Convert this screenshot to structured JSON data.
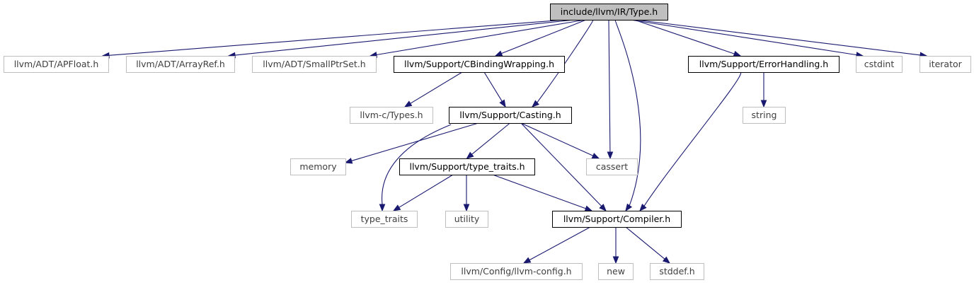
{
  "graph": {
    "nodes": [
      {
        "id": "type_h",
        "label": "include/llvm/IR/Type.h",
        "kind": "root"
      },
      {
        "id": "apfloat",
        "label": "llvm/ADT/APFloat.h",
        "kind": "ext"
      },
      {
        "id": "arrayref",
        "label": "llvm/ADT/ArrayRef.h",
        "kind": "ext"
      },
      {
        "id": "smallptrset",
        "label": "llvm/ADT/SmallPtrSet.h",
        "kind": "ext"
      },
      {
        "id": "cbinding",
        "label": "llvm/Support/CBindingWrapping.h",
        "kind": "doc"
      },
      {
        "id": "errorhandling",
        "label": "llvm/Support/ErrorHandling.h",
        "kind": "doc"
      },
      {
        "id": "cstdint",
        "label": "cstdint",
        "kind": "ext"
      },
      {
        "id": "iterator",
        "label": "iterator",
        "kind": "ext"
      },
      {
        "id": "llvmc_types",
        "label": "llvm-c/Types.h",
        "kind": "ext"
      },
      {
        "id": "casting",
        "label": "llvm/Support/Casting.h",
        "kind": "doc"
      },
      {
        "id": "string",
        "label": "string",
        "kind": "ext"
      },
      {
        "id": "memory",
        "label": "memory",
        "kind": "ext"
      },
      {
        "id": "type_traits_h",
        "label": "llvm/Support/type_traits.h",
        "kind": "doc"
      },
      {
        "id": "cassert",
        "label": "cassert",
        "kind": "ext"
      },
      {
        "id": "type_traits",
        "label": "type_traits",
        "kind": "ext"
      },
      {
        "id": "utility",
        "label": "utility",
        "kind": "ext"
      },
      {
        "id": "compiler",
        "label": "llvm/Support/Compiler.h",
        "kind": "doc"
      },
      {
        "id": "llvm_config",
        "label": "llvm/Config/llvm-config.h",
        "kind": "ext"
      },
      {
        "id": "new",
        "label": "new",
        "kind": "ext"
      },
      {
        "id": "stddef",
        "label": "stddef.h",
        "kind": "ext"
      }
    ],
    "edges": [
      {
        "from": "type_h",
        "to": "apfloat"
      },
      {
        "from": "type_h",
        "to": "arrayref"
      },
      {
        "from": "type_h",
        "to": "smallptrset"
      },
      {
        "from": "type_h",
        "to": "cbinding"
      },
      {
        "from": "type_h",
        "to": "casting"
      },
      {
        "from": "type_h",
        "to": "cassert"
      },
      {
        "from": "type_h",
        "to": "compiler"
      },
      {
        "from": "type_h",
        "to": "errorhandling"
      },
      {
        "from": "type_h",
        "to": "cstdint"
      },
      {
        "from": "type_h",
        "to": "iterator"
      },
      {
        "from": "cbinding",
        "to": "llvmc_types"
      },
      {
        "from": "cbinding",
        "to": "casting"
      },
      {
        "from": "errorhandling",
        "to": "string"
      },
      {
        "from": "errorhandling",
        "to": "compiler"
      },
      {
        "from": "casting",
        "to": "memory"
      },
      {
        "from": "casting",
        "to": "type_traits"
      },
      {
        "from": "casting",
        "to": "type_traits_h"
      },
      {
        "from": "casting",
        "to": "cassert"
      },
      {
        "from": "casting",
        "to": "compiler"
      },
      {
        "from": "type_traits_h",
        "to": "type_traits"
      },
      {
        "from": "type_traits_h",
        "to": "utility"
      },
      {
        "from": "type_traits_h",
        "to": "compiler"
      },
      {
        "from": "compiler",
        "to": "llvm_config"
      },
      {
        "from": "compiler",
        "to": "new"
      },
      {
        "from": "compiler",
        "to": "stddef"
      }
    ]
  }
}
